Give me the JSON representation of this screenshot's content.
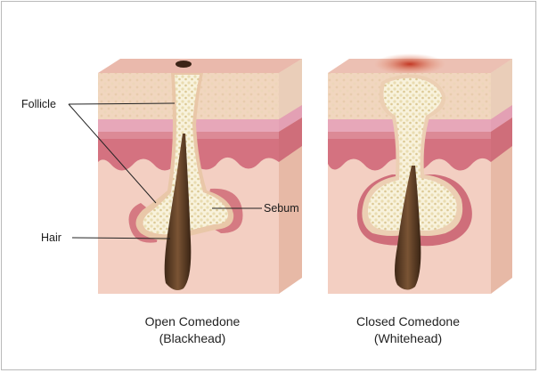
{
  "labels": {
    "follicle": "Follicle",
    "sebum": "Sebum",
    "hair": "Hair"
  },
  "captions": {
    "left_line1": "Open Comedone",
    "left_line2": "(Blackhead)",
    "right_line1": "Closed Comedone",
    "right_line2": "(Whitehead)"
  },
  "colors": {
    "epidermis_top": "#ecbfb2",
    "epidermis_side": "#f0d2bd",
    "pink_band": "#e3a0b4",
    "dermis_red": "#cf6e7a",
    "dermis_pale": "#f3cfc2",
    "sebum": "#f7f0d8",
    "hair": "#5b3a22",
    "inflammation": "#c43a23"
  }
}
